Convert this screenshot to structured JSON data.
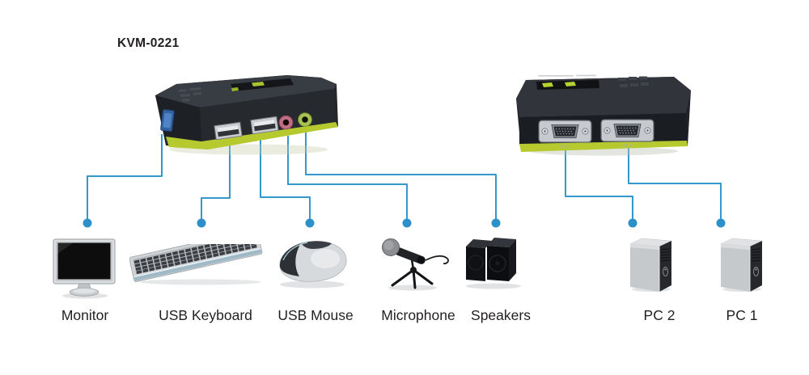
{
  "title": "KVM-0221",
  "colors": {
    "background": "#ffffff",
    "connector_line": "#3498cd",
    "connector_dot": "#2d90c8",
    "device_body": "#26292e",
    "device_green_accent": "#b6c92f",
    "label_text": "#231f20"
  },
  "kvm_front": {
    "description": "KVM switch front view",
    "ports": [
      "monitor-port",
      "usb-port-1",
      "usb-port-2",
      "mic-jack",
      "speaker-jack"
    ]
  },
  "kvm_back": {
    "description": "KVM switch rear view",
    "ports": [
      {
        "label": "PC 2"
      },
      {
        "label": "PC 1"
      }
    ]
  },
  "devices": [
    {
      "id": "monitor",
      "label": "Monitor"
    },
    {
      "id": "usb-keyboard",
      "label": "USB Keyboard"
    },
    {
      "id": "usb-mouse",
      "label": "USB Mouse"
    },
    {
      "id": "microphone",
      "label": "Microphone"
    },
    {
      "id": "speakers",
      "label": "Speakers"
    },
    {
      "id": "pc-2",
      "label": "PC 2"
    },
    {
      "id": "pc-1",
      "label": "PC 1"
    }
  ],
  "connections": [
    {
      "from": "monitor-port",
      "to": "Monitor"
    },
    {
      "from": "usb-port-1",
      "to": "USB Keyboard"
    },
    {
      "from": "usb-port-2",
      "to": "USB Mouse"
    },
    {
      "from": "mic-jack",
      "to": "Microphone"
    },
    {
      "from": "speaker-jack",
      "to": "Speakers"
    },
    {
      "from": "pc2-port",
      "to": "PC 2"
    },
    {
      "from": "pc1-port",
      "to": "PC 1"
    }
  ]
}
